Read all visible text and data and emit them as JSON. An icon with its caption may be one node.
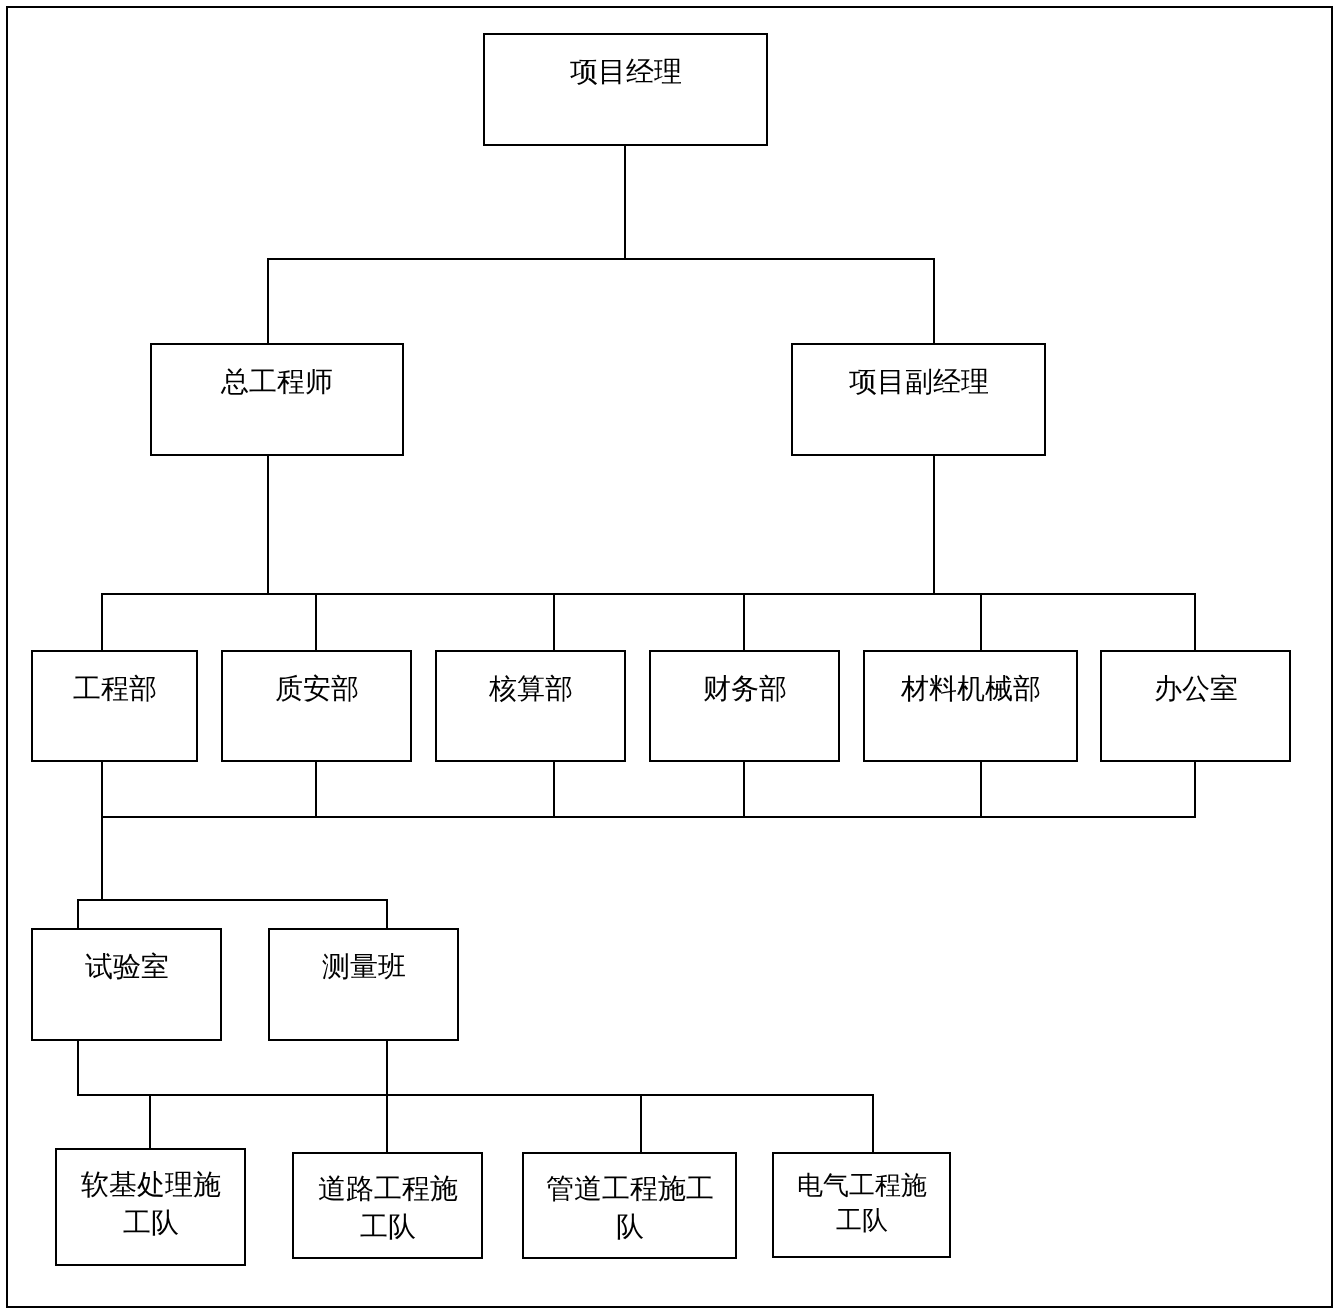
{
  "diagram": {
    "nodes": [
      {
        "text": [
          "项目经理"
        ]
      },
      {
        "text": [
          "总工程师"
        ]
      },
      {
        "text": [
          "项目副经理"
        ]
      },
      {
        "text": [
          "工程部"
        ]
      },
      {
        "text": [
          "质安部"
        ]
      },
      {
        "text": [
          "核算部"
        ]
      },
      {
        "text": [
          "财务部"
        ]
      },
      {
        "text": [
          "材料机械部"
        ]
      },
      {
        "text": [
          "办公室"
        ]
      },
      {
        "text": [
          "试验室"
        ]
      },
      {
        "text": [
          "测量班"
        ]
      },
      {
        "text": [
          "软基处理施工队"
        ]
      },
      {
        "text": [
          "道路工程施工队"
        ]
      },
      {
        "text": [
          "管道工程施工队"
        ]
      },
      {
        "text": [
          "电气工程施工队"
        ]
      }
    ],
    "edges": [
      {
        "from": 0,
        "to": 1,
        "arrow": "none"
      },
      {
        "from": 0,
        "to": 2,
        "arrow": "none"
      },
      {
        "from": 1,
        "to": 3,
        "arrow": "none"
      },
      {
        "from": 1,
        "to": 4,
        "arrow": "none"
      },
      {
        "from": 1,
        "to": 5,
        "arrow": "none"
      },
      {
        "from": 1,
        "to": 6,
        "arrow": "none"
      },
      {
        "from": 1,
        "to": 7,
        "arrow": "none"
      },
      {
        "from": 1,
        "to": 8,
        "arrow": "none"
      },
      {
        "from": 2,
        "to": 3,
        "arrow": "none"
      },
      {
        "from": 2,
        "to": 4,
        "arrow": "none"
      },
      {
        "from": 2,
        "to": 5,
        "arrow": "none"
      },
      {
        "from": 2,
        "to": 6,
        "arrow": "none"
      },
      {
        "from": 2,
        "to": 7,
        "arrow": "none"
      },
      {
        "from": 2,
        "to": 8,
        "arrow": "none"
      },
      {
        "from": 3,
        "to": 9,
        "arrow": "none"
      },
      {
        "from": 4,
        "to": 9,
        "arrow": "none"
      },
      {
        "from": 5,
        "to": 9,
        "arrow": "none"
      },
      {
        "from": 6,
        "to": 9,
        "arrow": "none"
      },
      {
        "from": 7,
        "to": 9,
        "arrow": "none"
      },
      {
        "from": 8,
        "to": 9,
        "arrow": "none"
      },
      {
        "from": 3,
        "to": 10,
        "arrow": "none"
      },
      {
        "from": 4,
        "to": 10,
        "arrow": "none"
      },
      {
        "from": 5,
        "to": 10,
        "arrow": "none"
      },
      {
        "from": 6,
        "to": 10,
        "arrow": "none"
      },
      {
        "from": 7,
        "to": 10,
        "arrow": "none"
      },
      {
        "from": 8,
        "to": 10,
        "arrow": "none"
      },
      {
        "from": 9,
        "to": 11,
        "arrow": "none"
      },
      {
        "from": 9,
        "to": 12,
        "arrow": "none"
      },
      {
        "from": 9,
        "to": 13,
        "arrow": "none"
      },
      {
        "from": 9,
        "to": 14,
        "arrow": "none"
      },
      {
        "from": 10,
        "to": 11,
        "arrow": "none"
      },
      {
        "from": 10,
        "to": 12,
        "arrow": "none"
      },
      {
        "from": 10,
        "to": 13,
        "arrow": "none"
      },
      {
        "from": 10,
        "to": 14,
        "arrow": "none"
      }
    ]
  }
}
